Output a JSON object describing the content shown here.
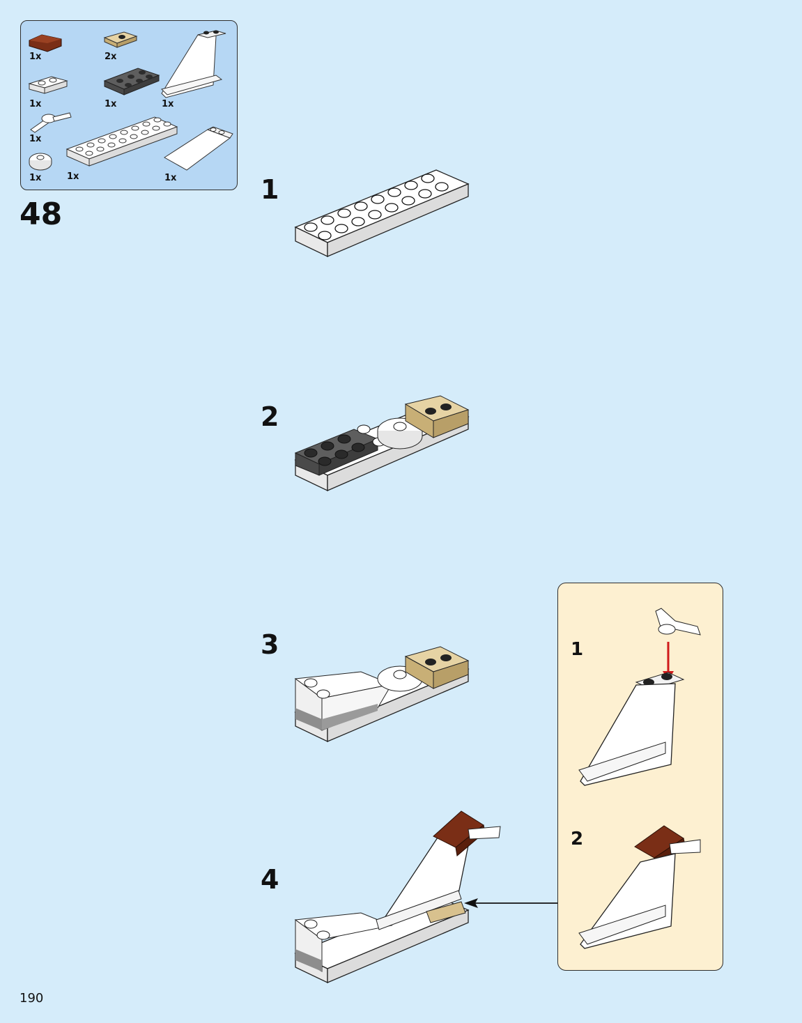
{
  "page_number": "190",
  "build_step": "48",
  "parts_list": [
    {
      "name": "reddish-brown-curved-slope",
      "qty": "1x"
    },
    {
      "name": "tan-jumper-plate",
      "qty": "2x"
    },
    {
      "name": "white-tail-fin",
      "qty": ""
    },
    {
      "name": "white-plate-1x2",
      "qty": "1x"
    },
    {
      "name": "dark-gray-plate-2x3",
      "qty": "1x"
    },
    {
      "name": "tail-fin",
      "qty": "1x"
    },
    {
      "name": "white-bar-holder-with-clip",
      "qty": "1x"
    },
    {
      "name": "white-plate-2x8",
      "qty": ""
    },
    {
      "name": "white-round-plate",
      "qty": "1x"
    },
    {
      "name": "white-plate-2x8-qty",
      "qty": "1x"
    },
    {
      "name": "white-slope",
      "qty": "1x"
    }
  ],
  "substeps": [
    "1",
    "2",
    "3",
    "4"
  ],
  "callout": {
    "steps": [
      "1",
      "2"
    ]
  },
  "colors": {
    "page_bg": "#d5ecfa",
    "parts_box_bg": "#b6d7f4",
    "callout_bg": "#fdf0d1",
    "arrow_red": "#d01a1a",
    "brown": "#7a2e16",
    "tan": "#d8c18e",
    "dark_gray": "#5a5a5a",
    "white_brick": "#ffffff"
  }
}
